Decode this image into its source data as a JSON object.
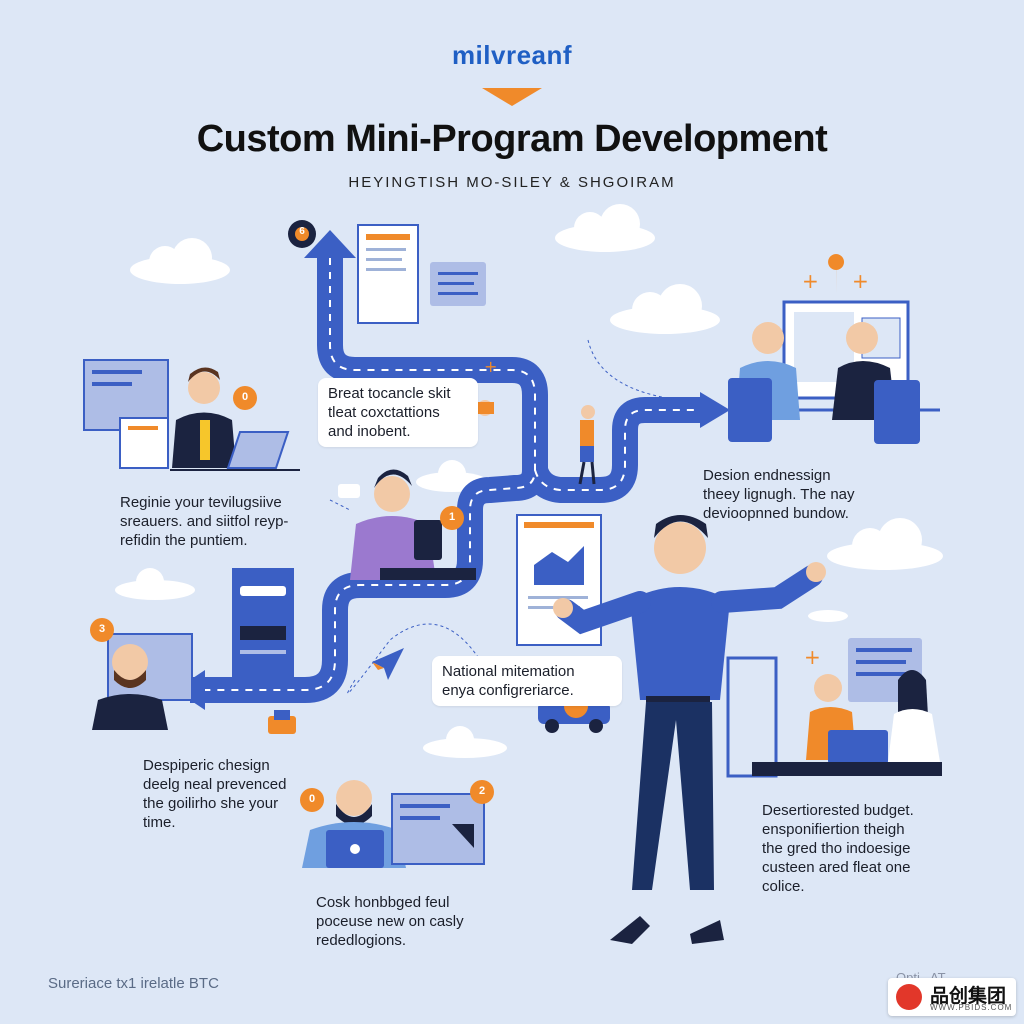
{
  "header": {
    "brand": "milvreanf",
    "title": "Custom Mini-Program Development",
    "subtitle": "HEYINGTISH MO-SILEY & SHGOIRAM"
  },
  "captions": {
    "c1": "Breat tocancle skit\ntleat coxctattions\nand inobent.",
    "c2": "Reginie your tevilugsiive\nsreauers. and siitfol reyp-\nrefidin the puntiem.",
    "c3": "Desion endnessign\ntheey lignugh. The nay\ndevioopnned bundow.",
    "c4": "National mitemation\nenya configreriarce.",
    "c5": "Despiperic chesign\ndeelg neal prevenced\nthe goilirho she your\ntime.",
    "c6": "Desertiorested budget.\nensponifiertion theigh\nthe gred tho indoesige\ncusteen ared fleat one\ncolice.",
    "c7": "Cosk honbbged feul\npoceuse new on casly\nrededlogions."
  },
  "badges": {
    "b1": "6",
    "b2": "0",
    "b3": "3",
    "b4": "1",
    "b5": "0",
    "b6": "2"
  },
  "footer": {
    "left": "Sureriace tx1 irelatle BTC",
    "mid": "Opti_ AT",
    "logo_text": "品创集团",
    "logo_url": "WWW.PBIDS.COM"
  },
  "colors": {
    "background": "#dde7f6",
    "road": "#3b5fc4",
    "accent": "#f08a2a",
    "brand": "#1f5fc4",
    "title": "#111111"
  },
  "icons": [
    "road-path-icon",
    "person-icon",
    "laptop-icon",
    "cloud-icon",
    "paper-plane-icon",
    "car-icon",
    "server-icon",
    "monitor-icon",
    "document-icon",
    "chat-bubble-icon",
    "location-pin-icon",
    "plus-icon"
  ]
}
